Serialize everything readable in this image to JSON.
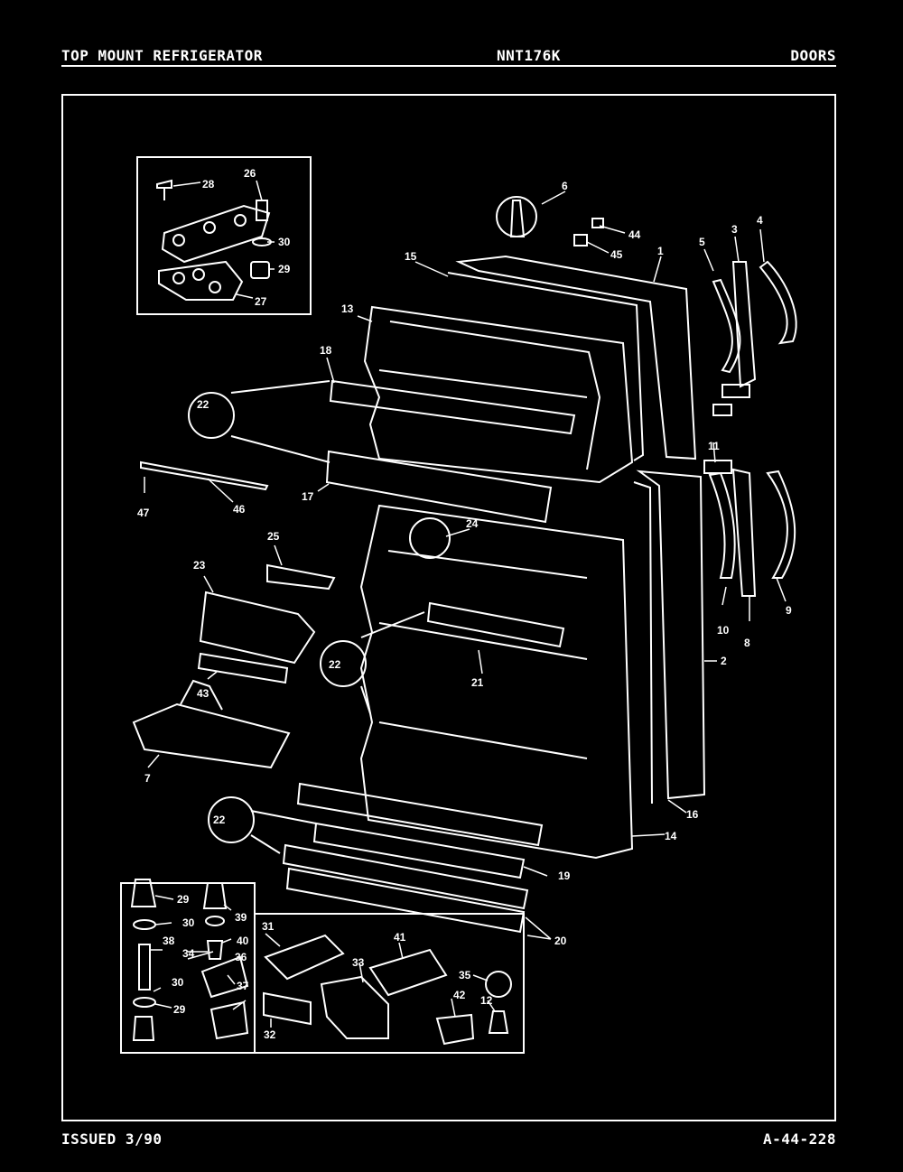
{
  "header": {
    "left": "TOP MOUNT REFRIGERATOR",
    "center": "NNT176K",
    "right": "DOORS"
  },
  "footer": {
    "left": "ISSUED 3/90",
    "right": "A-44-228"
  },
  "callouts": {
    "c1": "1",
    "c2": "2",
    "c3": "3",
    "c4": "4",
    "c5": "5",
    "c6": "6",
    "c7": "7",
    "c8": "8",
    "c9": "9",
    "c10": "10",
    "c11": "11",
    "c12": "12",
    "c13": "13",
    "c14": "14",
    "c15": "15",
    "c16": "16",
    "c17": "17",
    "c18": "18",
    "c19": "19",
    "c20": "20",
    "c21": "21",
    "c22": "22",
    "c23": "23",
    "c24": "24",
    "c25": "25",
    "c26": "26",
    "c27": "27",
    "c28": "28",
    "c29": "29",
    "c30": "30",
    "c31": "31",
    "c32": "32",
    "c33": "33",
    "c34": "34",
    "c35": "35",
    "c36": "36",
    "c37": "37",
    "c38": "38",
    "c39": "39",
    "c40": "40",
    "c41": "41",
    "c42": "42",
    "c43": "43",
    "c44": "44",
    "c45": "45",
    "c46": "46",
    "c47": "47"
  }
}
